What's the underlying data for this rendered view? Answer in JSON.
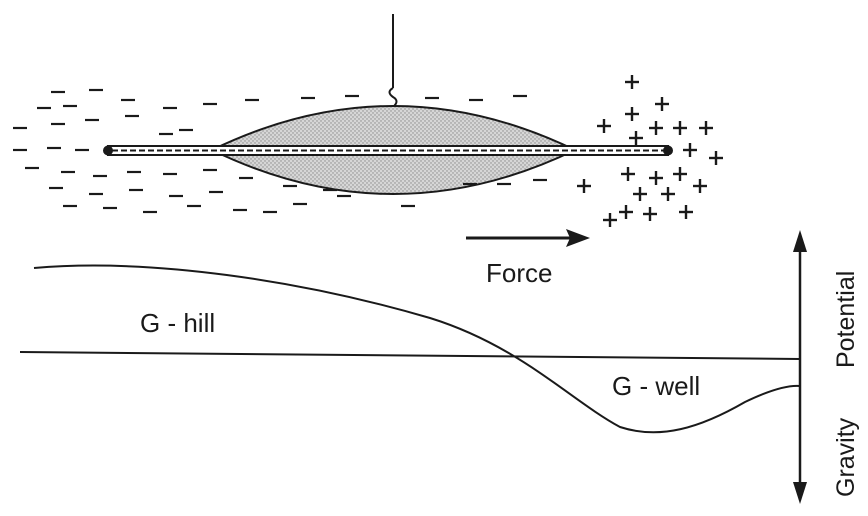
{
  "labels": {
    "force": "Force",
    "g_hill": "G - hill",
    "g_well": "G - well",
    "axis_bottom": "Gravity",
    "axis_top": "Potential"
  },
  "charges": {
    "negative_symbol": "−",
    "positive_symbol": "+"
  },
  "colors": {
    "ink": "#1a1a1a",
    "hull_fill": "#c8c8c8"
  }
}
